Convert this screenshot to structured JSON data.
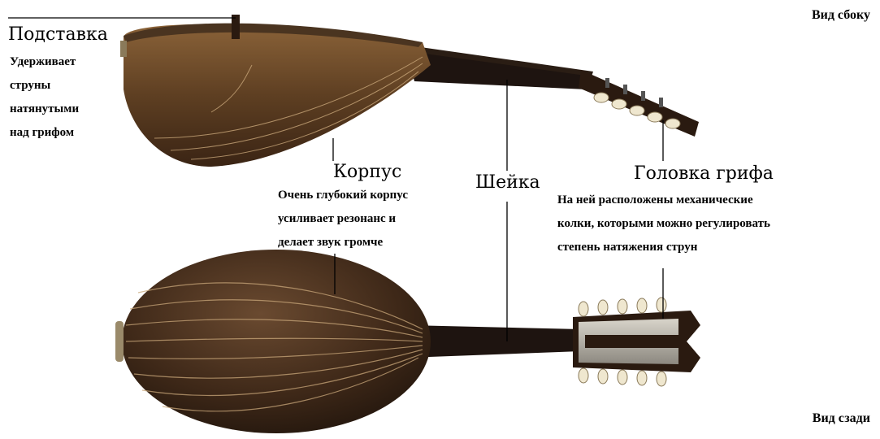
{
  "views": {
    "side": "Вид сбоку",
    "back": "Вид сзади"
  },
  "parts": {
    "bridge": {
      "title": "Подставка",
      "desc": [
        "Удерживает",
        "струны",
        "натянутыми",
        "над грифом"
      ]
    },
    "body": {
      "title": "Корпус",
      "desc": [
        "Очень глубокий корпус",
        "усиливает резонанс и",
        "делает звук громче"
      ]
    },
    "neck": {
      "title": "Шейка"
    },
    "headstock": {
      "title": "Головка грифа",
      "desc": [
        "На ней расположены механические",
        "колки, которыми можно регулировать",
        "степень натяжения струн"
      ]
    }
  },
  "colors": {
    "body_wood": "#6b4a2a",
    "body_dark": "#3a2414",
    "neck": "#1e1410",
    "rib_line": "#c9a77a",
    "metal": "#b8b4aa",
    "peg": "#efe7cf"
  }
}
